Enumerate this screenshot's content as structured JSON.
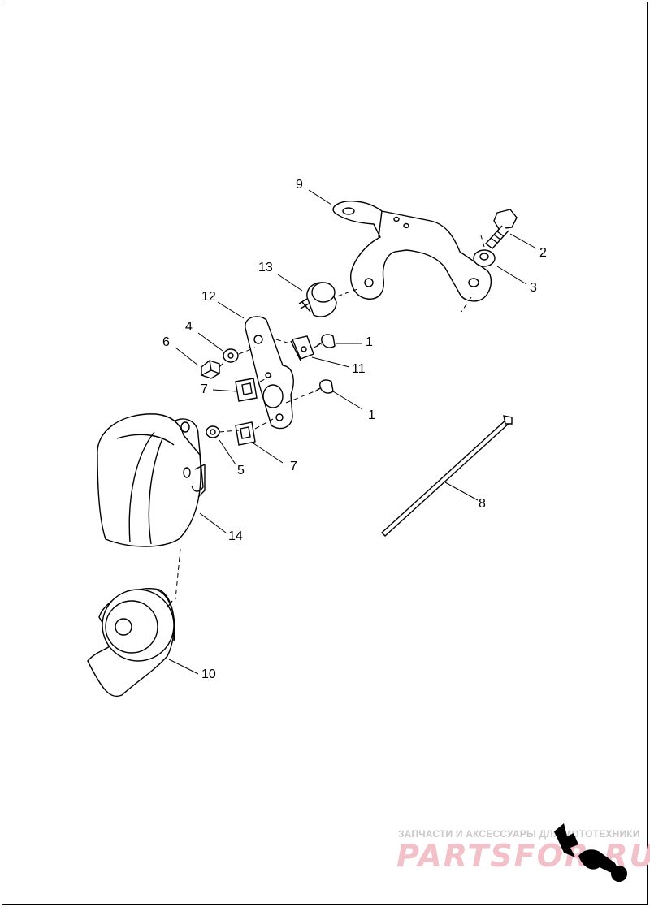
{
  "callouts": [
    {
      "id": "c1a",
      "text": "1"
    },
    {
      "id": "c1b",
      "text": "1"
    },
    {
      "id": "c2",
      "text": "2"
    },
    {
      "id": "c3",
      "text": "3"
    },
    {
      "id": "c4",
      "text": "4"
    },
    {
      "id": "c5",
      "text": "5"
    },
    {
      "id": "c6",
      "text": "6"
    },
    {
      "id": "c7a",
      "text": "7"
    },
    {
      "id": "c7b",
      "text": "7"
    },
    {
      "id": "c8",
      "text": "8"
    },
    {
      "id": "c9",
      "text": "9"
    },
    {
      "id": "c10",
      "text": "10"
    },
    {
      "id": "c11",
      "text": "11"
    },
    {
      "id": "c12",
      "text": "12"
    },
    {
      "id": "c13",
      "text": "13"
    },
    {
      "id": "c14",
      "text": "14"
    }
  ],
  "watermark": {
    "tagline": "ЗАПЧАСТИ И АКСЕССУАРЫ ДЛЯ МОТОТЕХНИКИ",
    "brand": "PARTSFOR.RU",
    "colors": {
      "brand": "#f2c0c8",
      "tagline": "#c8c8c8"
    }
  }
}
